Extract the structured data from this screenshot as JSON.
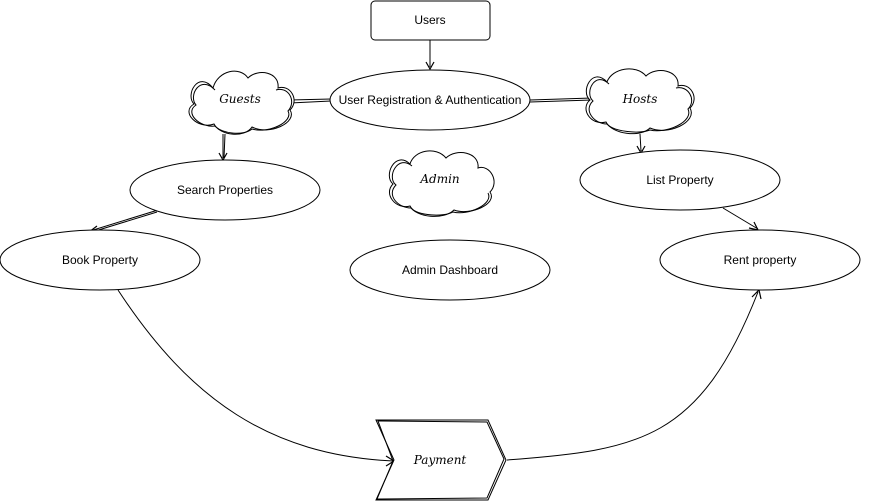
{
  "diagram": {
    "stroke_color": "#000000",
    "fill_color": "#ffffff",
    "nodes": {
      "users": "Users",
      "user_registration": "User Registration & Authentication",
      "guests": "Guests",
      "hosts": "Hosts",
      "admin": "Admin",
      "search_properties": "Search Properties",
      "list_property": "List Property",
      "book_property": "Book Property",
      "admin_dashboard": "Admin Dashboard",
      "rent_property": "Rent property",
      "payment": "Payment"
    }
  }
}
